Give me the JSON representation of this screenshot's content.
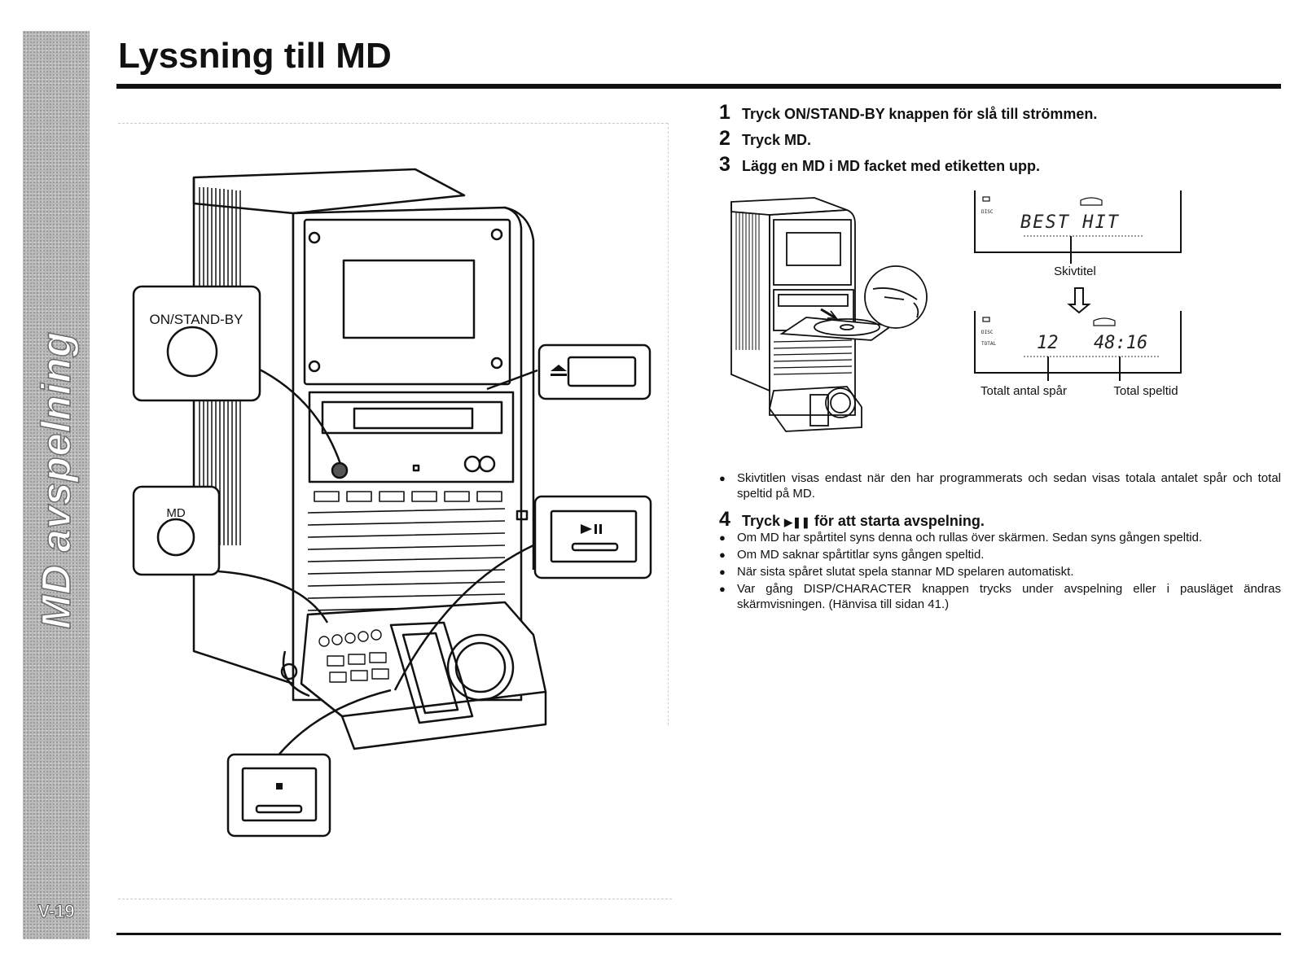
{
  "side_tab": {
    "title": "MD avspelning",
    "page": "V-19"
  },
  "header": {
    "title": "Lyssning till MD"
  },
  "figure_main": {
    "on_standby_label": "ON/STAND-BY",
    "md_label": "MD",
    "eject_icon": "eject-icon",
    "play_pause_icon": "play-pause-icon",
    "stop_icon": "stop-icon"
  },
  "steps": [
    {
      "num": "1",
      "text": "Tryck ON/STAND-BY knappen för slå till strömmen."
    },
    {
      "num": "2",
      "text": "Tryck MD."
    },
    {
      "num": "3",
      "text": "Lägg en MD i MD facket med etiketten upp."
    }
  ],
  "figure_small": {
    "display_1": {
      "text": "BEST HIT",
      "caption": "Skivtitel"
    },
    "display_2": {
      "tracks": "12",
      "time": "48:16",
      "caption_tracks": "Totalt antal spår",
      "caption_time": "Total speltid"
    }
  },
  "notes_a": [
    "Skivtitlen visas endast när den har programmerats och sedan visas totala antalet spår och total speltid på MD."
  ],
  "step4": {
    "num": "4",
    "prefix": "Tryck ",
    "icon": "play-pause-icon",
    "suffix": " för att starta avspelning."
  },
  "notes_b": [
    "Om MD har spårtitel syns denna och rullas över skärmen. Sedan syns gången speltid.",
    "Om MD saknar spårtitlar syns gången speltid.",
    "När sista spåret slutat spela stannar MD spelaren automatiskt.",
    "Var gång DISP/CHARACTER knappen trycks under avspelning eller i pausläget ändras skärmvisningen. (Hänvisa till sidan 41.)"
  ]
}
